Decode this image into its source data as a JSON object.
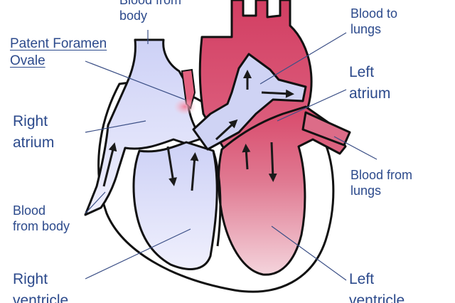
{
  "diagram": {
    "labels": {
      "blood_from_body_top": "Blood from\nbody",
      "patent_foramen_ovale": "Patent Foramen\nOvale",
      "right_atrium": "Right\natrium",
      "blood_from_body_bottom": "Blood\nfrom body",
      "right_ventricle": "Right\nventricle",
      "blood_to_lungs": "Blood to\nlungs",
      "left_atrium": "Left\natrium",
      "blood_from_lungs": "Blood from\nlungs",
      "left_ventricle": "Left\nventricle"
    },
    "colors": {
      "label_text": "#2c4a8c",
      "leader_line": "#3b4f86",
      "outline": "#111111",
      "deoxygenated_blood": "#d4d8f6",
      "oxygenated_blood": "#d34a6a",
      "foramen_highlight": "#f39ab0"
    }
  }
}
